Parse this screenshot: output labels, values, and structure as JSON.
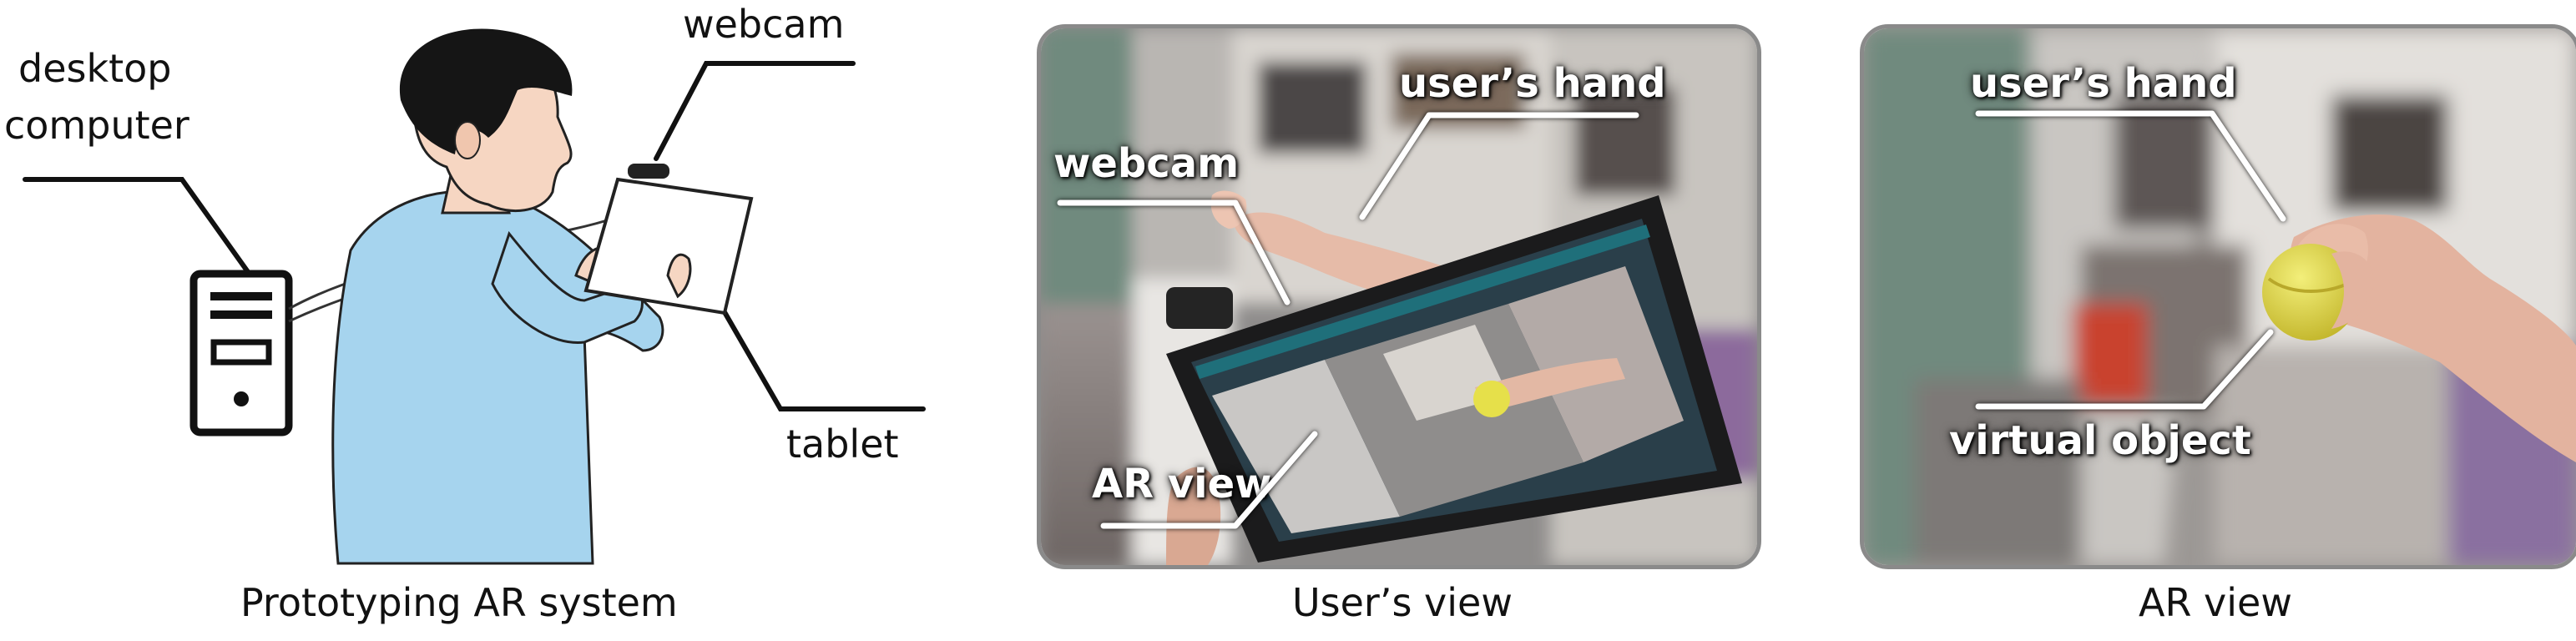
{
  "panel1": {
    "caption": "Prototyping AR system",
    "labels": {
      "desktop_line1": "desktop",
      "desktop_line2": "computer",
      "webcam": "webcam",
      "tablet": "tablet"
    }
  },
  "panel2": {
    "caption": "User’s view",
    "labels": {
      "users_hand": "user’s hand",
      "webcam": "webcam",
      "ar_view": "AR view"
    }
  },
  "panel3": {
    "caption": "AR view",
    "labels": {
      "users_hand": "user’s hand",
      "virtual_object": "virtual object"
    }
  },
  "colors": {
    "shirt": "#a6d4ee",
    "skin": "#f6d6c2",
    "hair": "#151515",
    "wall_green": "#6f8a7e",
    "ball": "#e6e04a",
    "photo_border": "#8a8a8a"
  }
}
